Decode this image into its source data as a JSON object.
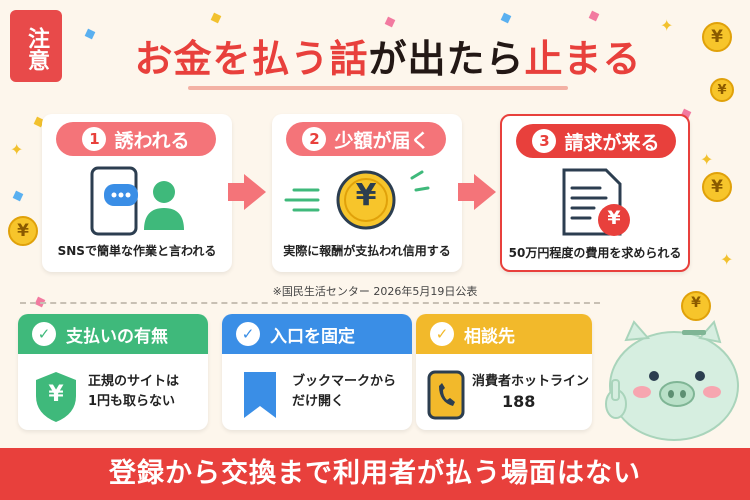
{
  "header": {
    "tag": "注意",
    "title_red_1": "お金を払う話",
    "title_dark_1": "が出たら",
    "title_dark_2": "止まる"
  },
  "steps": [
    {
      "num": "1",
      "title": "誘われる",
      "caption": "SNSで簡単な作業と言われる"
    },
    {
      "num": "2",
      "title": "少額が届く",
      "caption": "実際に報酬が支払われ信用する"
    },
    {
      "num": "3",
      "title": "請求が来る",
      "caption": "50万円程度の費用を求められる"
    }
  ],
  "source_note": "※国民生活センター 2026年5月19日公表",
  "tips": [
    {
      "title": "支払いの有無",
      "text_line1": "正規のサイトは",
      "text_line2": "1円も取らない",
      "color": "#3fb97b"
    },
    {
      "title": "入口を固定",
      "text_line1": "ブックマークから",
      "text_line2": "だけ開く",
      "color": "#3a8ee6"
    },
    {
      "title": "相談先",
      "text_line1": "消費者ホットライン",
      "text_line2": "188",
      "color": "#f2b92b"
    }
  ],
  "yen_symbol": "¥",
  "banner": "登録から交換まで利用者が払う場面はない",
  "colors": {
    "accent": "#e8403c",
    "step_head": "#f47479",
    "background": "#fdf6ec"
  }
}
